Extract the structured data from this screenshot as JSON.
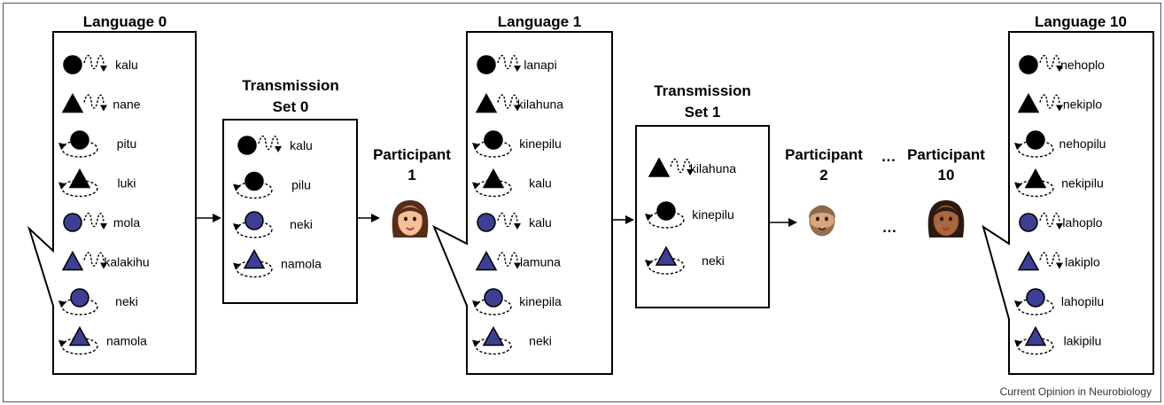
{
  "colors": {
    "black_shape": "#000000",
    "blue_shape": "#3d3f94",
    "skin_female": "#f3c09a",
    "hair_female": "#5a2a1a",
    "skin_male": "#d9a57c",
    "hair_male": "#8a6a48",
    "skin_dark": "#a9673e",
    "hair_dark": "#2a1a12"
  },
  "language_0": {
    "title": "Language 0",
    "items": [
      {
        "shape": "circle",
        "color": "black",
        "motion": "wiggle",
        "word": "kalu"
      },
      {
        "shape": "triangle",
        "color": "black",
        "motion": "wiggle",
        "word": "nane"
      },
      {
        "shape": "circle",
        "color": "black",
        "motion": "loop",
        "word": "pitu"
      },
      {
        "shape": "triangle",
        "color": "black",
        "motion": "loop",
        "word": "luki"
      },
      {
        "shape": "circle",
        "color": "blue",
        "motion": "wiggle",
        "word": "mola"
      },
      {
        "shape": "triangle",
        "color": "blue",
        "motion": "wiggle",
        "word": "kalakihu"
      },
      {
        "shape": "circle",
        "color": "blue",
        "motion": "loop",
        "word": "neki"
      },
      {
        "shape": "triangle",
        "color": "blue",
        "motion": "loop",
        "word": "namola"
      }
    ]
  },
  "transmission_0": {
    "title_line1": "Transmission",
    "title_line2": "Set 0",
    "items": [
      {
        "shape": "circle",
        "color": "black",
        "motion": "wiggle",
        "word": "kalu"
      },
      {
        "shape": "circle",
        "color": "black",
        "motion": "loop",
        "word": "pilu"
      },
      {
        "shape": "circle",
        "color": "blue",
        "motion": "loop",
        "word": "neki"
      },
      {
        "shape": "triangle",
        "color": "blue",
        "motion": "loop",
        "word": "namola"
      }
    ]
  },
  "participant_1": {
    "line1": "Participant",
    "line2": "1",
    "avatar_icon": "female-avatar-icon"
  },
  "language_1": {
    "title": "Language 1",
    "items": [
      {
        "shape": "circle",
        "color": "black",
        "motion": "wiggle",
        "word": "lanapi"
      },
      {
        "shape": "triangle",
        "color": "black",
        "motion": "wiggle",
        "word": "kilahuna"
      },
      {
        "shape": "circle",
        "color": "black",
        "motion": "loop",
        "word": "kinepilu"
      },
      {
        "shape": "triangle",
        "color": "black",
        "motion": "loop",
        "word": "kalu"
      },
      {
        "shape": "circle",
        "color": "blue",
        "motion": "wiggle",
        "word": "kalu"
      },
      {
        "shape": "triangle",
        "color": "blue",
        "motion": "wiggle",
        "word": "lamuna"
      },
      {
        "shape": "circle",
        "color": "blue",
        "motion": "loop",
        "word": "kinepila"
      },
      {
        "shape": "triangle",
        "color": "blue",
        "motion": "loop",
        "word": "neki"
      }
    ]
  },
  "transmission_1": {
    "title_line1": "Transmission",
    "title_line2": "Set 1",
    "items": [
      {
        "shape": "triangle",
        "color": "black",
        "motion": "wiggle",
        "word": "kilahuna"
      },
      {
        "shape": "circle",
        "color": "black",
        "motion": "loop",
        "word": "kinepilu"
      },
      {
        "shape": "triangle",
        "color": "blue",
        "motion": "loop",
        "word": "neki"
      }
    ]
  },
  "participant_2": {
    "line1": "Participant",
    "line2": "2",
    "avatar_icon": "bearded-male-avatar-icon"
  },
  "ellipsis": "…",
  "participant_10": {
    "line1": "Participant",
    "line2": "10",
    "avatar_icon": "dark-female-avatar-icon"
  },
  "language_10": {
    "title": "Language 10",
    "items": [
      {
        "shape": "circle",
        "color": "black",
        "motion": "wiggle",
        "word": "nehoplo"
      },
      {
        "shape": "triangle",
        "color": "black",
        "motion": "wiggle",
        "word": "nekiplo"
      },
      {
        "shape": "circle",
        "color": "black",
        "motion": "loop",
        "word": "nehopilu"
      },
      {
        "shape": "triangle",
        "color": "black",
        "motion": "loop",
        "word": "nekipilu"
      },
      {
        "shape": "circle",
        "color": "blue",
        "motion": "wiggle",
        "word": "lahoplo"
      },
      {
        "shape": "triangle",
        "color": "blue",
        "motion": "wiggle",
        "word": "lakiplo"
      },
      {
        "shape": "circle",
        "color": "blue",
        "motion": "loop",
        "word": "lahopilu"
      },
      {
        "shape": "triangle",
        "color": "blue",
        "motion": "loop",
        "word": "lakipilu"
      }
    ]
  },
  "credit": "Current Opinion in Neurobiology"
}
